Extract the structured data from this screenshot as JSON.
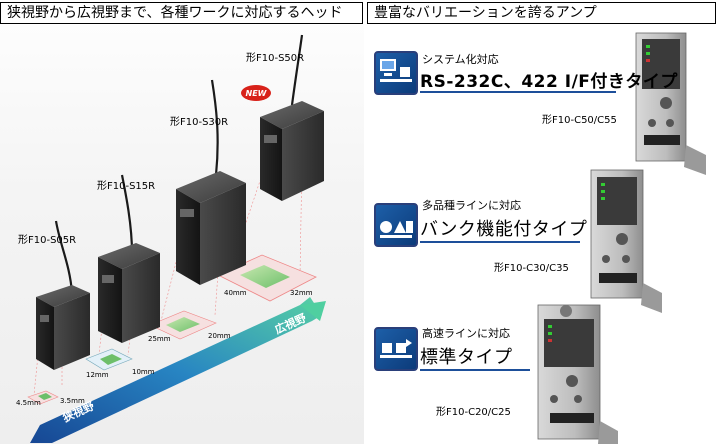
{
  "left_header": {
    "title": "狭視野から広視野まで、各種ワークに対応するヘッド"
  },
  "right_header": {
    "title": "豊富なバリエーションを誇るアンプ"
  },
  "heads": {
    "new_badge": "NEW",
    "models": [
      {
        "label": "形F10-S05R",
        "dims": [
          "4.5mm",
          "3.5mm"
        ]
      },
      {
        "label": "形F10-S15R",
        "dims": [
          "12mm",
          "10mm"
        ]
      },
      {
        "label": "形F10-S30R",
        "dims": [
          "25mm",
          "20mm"
        ]
      },
      {
        "label": "形F10-S50R",
        "dims": [
          "40mm",
          "32mm"
        ]
      }
    ],
    "arrow": {
      "narrow": "狭視野",
      "wide": "広視野"
    }
  },
  "amplifiers": [
    {
      "small_label": "システム化対応",
      "big_label": "RS-232C、422 I/F付きタイプ",
      "model": "形F10-C50/C55",
      "icon": "computer-network-icon"
    },
    {
      "small_label": "多品種ラインに対応",
      "big_label": "バンク機能付タイプ",
      "model": "形F10-C30/C35",
      "icon": "bank-shapes-icon"
    },
    {
      "small_label": "高速ラインに対応",
      "big_label": "標準タイプ",
      "model": "形F10-C20/C25",
      "icon": "conveyor-icon"
    }
  ],
  "colors": {
    "accent_blue": "#1d4f9a",
    "arrow_start": "#1a5fb4",
    "arrow_end": "#3fbf9a",
    "new_badge": "#d8221a"
  }
}
